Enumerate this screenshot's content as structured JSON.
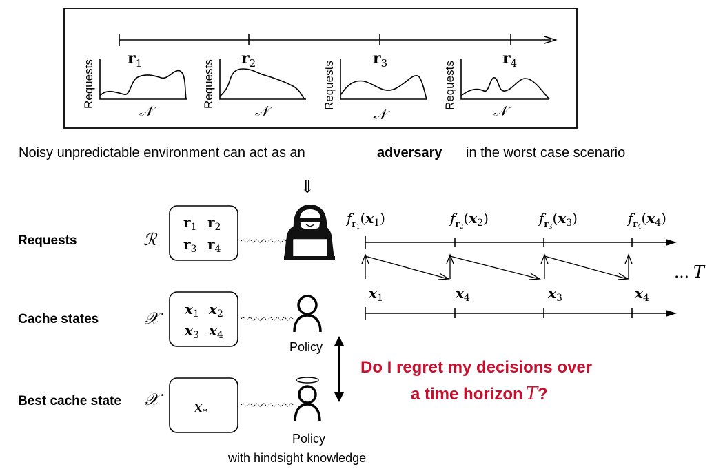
{
  "top_panel": {
    "rounds": [
      {
        "label": "r",
        "sub": "1",
        "axis_y": "Requests",
        "axis_x": "𝒩"
      },
      {
        "label": "r",
        "sub": "2",
        "axis_y": "Requests",
        "axis_x": "𝒩"
      },
      {
        "label": "r",
        "sub": "3",
        "axis_y": "Requests",
        "axis_x": "𝒩"
      },
      {
        "label": "r",
        "sub": "4",
        "axis_y": "Requests",
        "axis_x": "𝒩"
      }
    ]
  },
  "caption": {
    "before": "Noisy unpredictable environment can act as an",
    "emph": "adversary",
    "after": "in the worst case scenario",
    "implies": "⇓"
  },
  "rows": {
    "requests": {
      "label": "Requests",
      "set_symbol": "ℛ",
      "items": [
        [
          "r",
          "1"
        ],
        [
          "r",
          "2"
        ],
        [
          "r",
          "3"
        ],
        [
          "r",
          "4"
        ]
      ]
    },
    "cache": {
      "label": "Cache states",
      "set_symbol": "𝒳",
      "items": [
        [
          "x",
          "1"
        ],
        [
          "x",
          "2"
        ],
        [
          "x",
          "3"
        ],
        [
          "x",
          "4"
        ]
      ],
      "agent_label": "Policy"
    },
    "best": {
      "label": "Best cache state",
      "set_symbol": "𝒳",
      "item": "x",
      "item_sub": "*",
      "agent_label": "Policy",
      "agent_sublabel": "with hindsight knowledge"
    }
  },
  "timeline": {
    "f_labels": [
      {
        "f": "f",
        "r_sub": "1",
        "x_sub": "1"
      },
      {
        "f": "f",
        "r_sub": "2",
        "x_sub": "2"
      },
      {
        "f": "f",
        "r_sub": "3",
        "x_sub": "3"
      },
      {
        "f": "f",
        "r_sub": "4",
        "x_sub": "4"
      }
    ],
    "x_labels": [
      {
        "x": "x",
        "sub": "1"
      },
      {
        "x": "x",
        "sub": "4"
      },
      {
        "x": "x",
        "sub": "3"
      },
      {
        "x": "x",
        "sub": "4"
      }
    ],
    "ellipsis": "…",
    "horizon": "T"
  },
  "question": {
    "line1": "Do I regret my decisions over",
    "line2_before": "a time horizon",
    "line2_var": "T",
    "line2_after": "?",
    "color": "#c8102e"
  }
}
